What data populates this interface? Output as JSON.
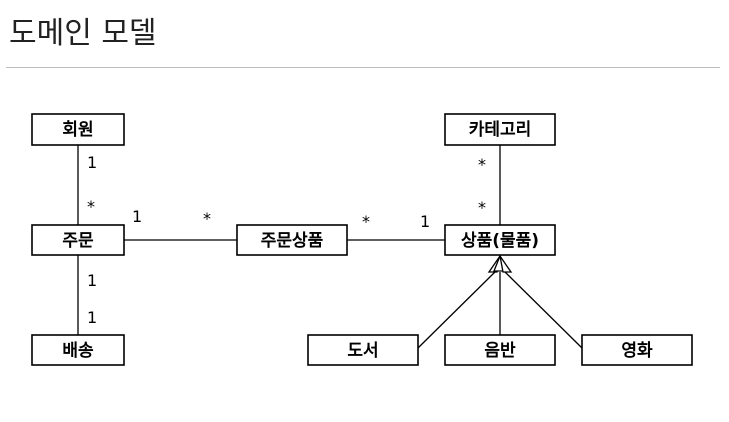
{
  "page": {
    "title": "도메인 모델"
  },
  "entities": {
    "member": "회원",
    "order": "주문",
    "delivery": "배송",
    "order_item": "주문상품",
    "category": "카테고리",
    "item": "상품(물품)",
    "book": "도서",
    "album": "음반",
    "movie": "영화"
  },
  "multiplicities": {
    "member_order_member_side": "1",
    "member_order_order_side": "*",
    "order_delivery_order_side": "1",
    "order_delivery_delivery_side": "1",
    "order_orderitem_order_side": "1",
    "order_orderitem_orderitem_side": "*",
    "orderitem_item_orderitem_side": "*",
    "orderitem_item_item_side": "1",
    "category_item_category_side": "*",
    "category_item_item_side": "*"
  }
}
